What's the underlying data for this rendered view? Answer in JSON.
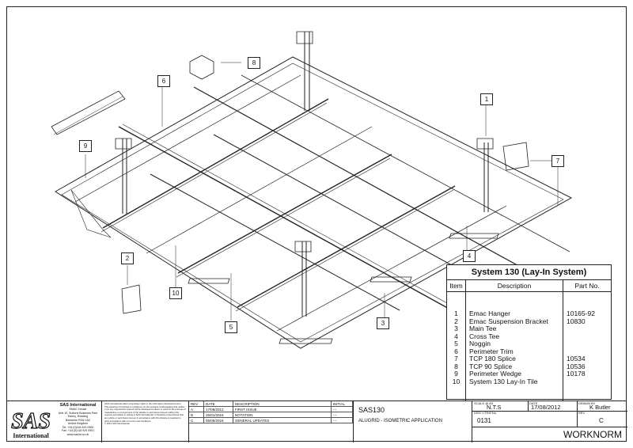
{
  "system_table": {
    "title": "System 130 (Lay-In System)",
    "headers": {
      "item": "Item",
      "description": "Description",
      "part_no": "Part No."
    },
    "rows": [
      {
        "item": "1",
        "description": "Emac Hanger",
        "part_no": "10165-92"
      },
      {
        "item": "2",
        "description": "Emac Suspension Bracket",
        "part_no": "10830"
      },
      {
        "item": "3",
        "description": "Main Tee",
        "part_no": ""
      },
      {
        "item": "4",
        "description": "Cross Tee",
        "part_no": ""
      },
      {
        "item": "5",
        "description": "Noggin",
        "part_no": ""
      },
      {
        "item": "6",
        "description": "Perimeter Trim",
        "part_no": ""
      },
      {
        "item": "7",
        "description": "TCP 180 Splice",
        "part_no": "10534"
      },
      {
        "item": "8",
        "description": "TCP 90 Splice",
        "part_no": "10536"
      },
      {
        "item": "9",
        "description": "Perimeter Wedge",
        "part_no": "10178"
      },
      {
        "item": "10",
        "description": "System 130 Lay-In Tile",
        "part_no": ""
      }
    ]
  },
  "callouts": [
    "1",
    "2",
    "3",
    "4",
    "5",
    "6",
    "7",
    "8",
    "9",
    "10"
  ],
  "title_block": {
    "logo_text": "SAS",
    "logo_sub": "International",
    "company_name": "SAS International",
    "company_address": [
      "EMAC House",
      "Unit 15, Suttons Business Park",
      "Earley, Reading",
      "Berkshire RG6 1AZ",
      "United Kingdom",
      "Tel: +44 (0)118 929 0900",
      "Fax: +44 (0)118 929 0901",
      "www.sasint.co.uk"
    ],
    "disclaimer": "SAS International claims proprietary rights in the information disclosed hereon. This drawing is furnished in confidence for the recipient understanding that neither it nor any reproduction thereof will be disclosed to others or used for the purpose of manufacture or procurement of the articles or part shown hereon without the express permission in writing of SAS International. It should be remembered that any article or part shown hereon in accordance with this drawing is supplied in strict accordance with our terms and conditions.",
    "copyright": "© 2012 SAS International",
    "revision_headers": {
      "rev": "REV",
      "date": "DATE",
      "description": "DESCRIPTION",
      "initial": "INITIAL"
    },
    "revisions": [
      {
        "rev": "A",
        "date": "17/08/2012",
        "description": "FIRST ISSUE",
        "initial": "---"
      },
      {
        "rev": "B",
        "date": "25/01/2016",
        "description": "NOTATION",
        "initial": "---"
      },
      {
        "rev": "C",
        "date": "05/05/2016",
        "description": "GENERAL UPDATES",
        "initial": "---"
      }
    ],
    "drawing_title": "SAS130",
    "drawing_subtitle": "ALUGRID - ISOMETRIC APPLICATION",
    "scale_label": "SCALE @ A3",
    "scale": "N.T.S",
    "date_label": "DATE",
    "date": "17/08/2012",
    "drawn_by_label": "DRAWN BY",
    "drawn_by": "K Butler",
    "drg_label": "DRG / ITEM No.",
    "drg_no": "0131",
    "rev_label": "REV",
    "rev": "C",
    "worknorm": "WORKNORM"
  }
}
